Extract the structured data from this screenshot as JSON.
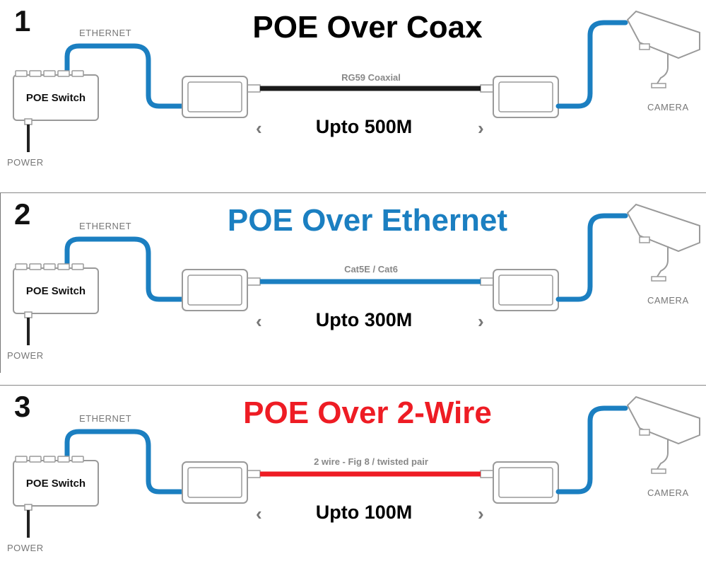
{
  "panels": [
    {
      "number": "1",
      "title": "POE Over Coax",
      "title_color": "#000000",
      "cable_label": "RG59 Coaxial",
      "cable_color": "#1a1a1a",
      "distance": "Upto 500M",
      "ethernet_label": "ETHERNET",
      "switch_label": "POE Switch",
      "power_label": "POWER",
      "camera_label": "CAMERA"
    },
    {
      "number": "2",
      "title": "POE Over Ethernet",
      "title_color": "#1b7fc1",
      "cable_label": "Cat5E / Cat6",
      "cable_color": "#1b7fc1",
      "distance": "Upto 300M",
      "ethernet_label": "ETHERNET",
      "switch_label": "POE Switch",
      "power_label": "POWER",
      "camera_label": "CAMERA"
    },
    {
      "number": "3",
      "title": "POE Over 2-Wire",
      "title_color": "#ee1c24",
      "cable_label": "2 wire - Fig 8 / twisted pair",
      "cable_color": "#ee1c24",
      "distance": "Upto 100M",
      "ethernet_label": "ETHERNET",
      "switch_label": "POE Switch",
      "power_label": "POWER",
      "camera_label": "CAMERA"
    }
  ],
  "colors": {
    "ethernet_cable": "#1b7fc1",
    "device_outline": "#9a9a9a",
    "power_cable": "#222222"
  },
  "icons": [
    "left-chevron-icon",
    "right-chevron-icon",
    "camera-icon",
    "extender-icon"
  ]
}
